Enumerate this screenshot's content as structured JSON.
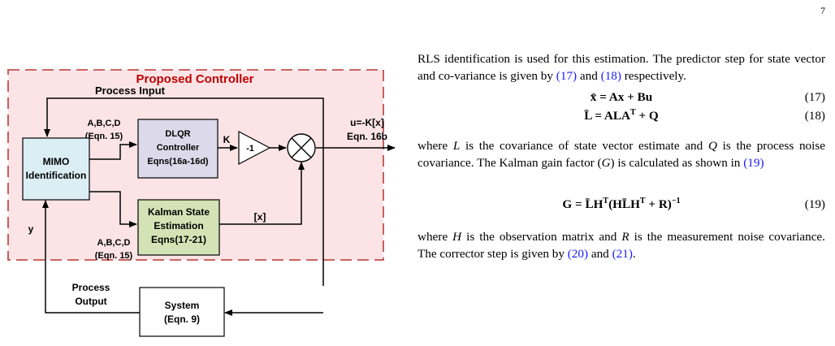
{
  "page_number": "7",
  "figure": {
    "title": "Proposed Controller",
    "process_input": "Process Input",
    "abcd_top_1": "A,B,C,D",
    "abcd_top_2": "(Eqn. 15)",
    "abcd_bottom_1": "A,B,C,D",
    "abcd_bottom_2": "(Eqn. 15)",
    "mimo_1": "MIMO",
    "mimo_2": "Identification",
    "dlqr_1": "DLQR",
    "dlqr_2": "Controller",
    "dlqr_3": "Eqns(16a-16d)",
    "k_label": "K",
    "gain": "-1",
    "kalman_1": "Kalman State",
    "kalman_2": "Estimation",
    "kalman_3": "Eqns(17-21)",
    "x_label": "[x]",
    "u_1": "u=-K[x]",
    "u_2": "Eqn. 16b",
    "y_label": "y",
    "process_output_1": "Process",
    "process_output_2": "Output",
    "system_1": "System",
    "system_2": "(Eqn. 9)",
    "colors": {
      "title_red": "#c00000",
      "region_fill": "#fce4e6",
      "region_border": "#c0504d",
      "mimo_fill": "#dbeef4",
      "dlqr_fill": "#dcdaea",
      "kalman_fill": "#d4e3b5"
    }
  },
  "text": {
    "p1_a": "RLS identification is used for this estimation. The predictor step for state vector and co-variance is given by ",
    "p1_ref1": "(17)",
    "p1_b": " and ",
    "p1_ref2": "(18)",
    "p1_c": " respectively.",
    "eq17": "x̄ = Ax + Bu",
    "eq17_num": "(17)",
    "eq18_lhs": "L̄ = ALA",
    "eq18_sup": "T",
    "eq18_rhs": " + Q",
    "eq18_num": "(18)",
    "p2_a": "where ",
    "p2_L": "L",
    "p2_b": " is the covariance of state vector estimate and ",
    "p2_Q": "Q",
    "p2_c": " is the process noise covariance. The Kalman gain factor (",
    "p2_G": "G",
    "p2_d": ") is calculated as shown in ",
    "p2_ref": "(19)",
    "eq19_a": "G = L̄H",
    "eq19_sup1": "T",
    "eq19_b": "(HL̄H",
    "eq19_sup2": "T",
    "eq19_c": " + R)",
    "eq19_sup3": "−1",
    "eq19_num": "(19)",
    "p3_a": "where ",
    "p3_H": "H",
    "p3_b": " is the observation matrix and ",
    "p3_R": "R",
    "p3_c": " is the measurement noise covariance. The corrector step is given by ",
    "p3_ref1": "(20)",
    "p3_d": " and ",
    "p3_ref2": "(21)",
    "p3_e": "."
  }
}
